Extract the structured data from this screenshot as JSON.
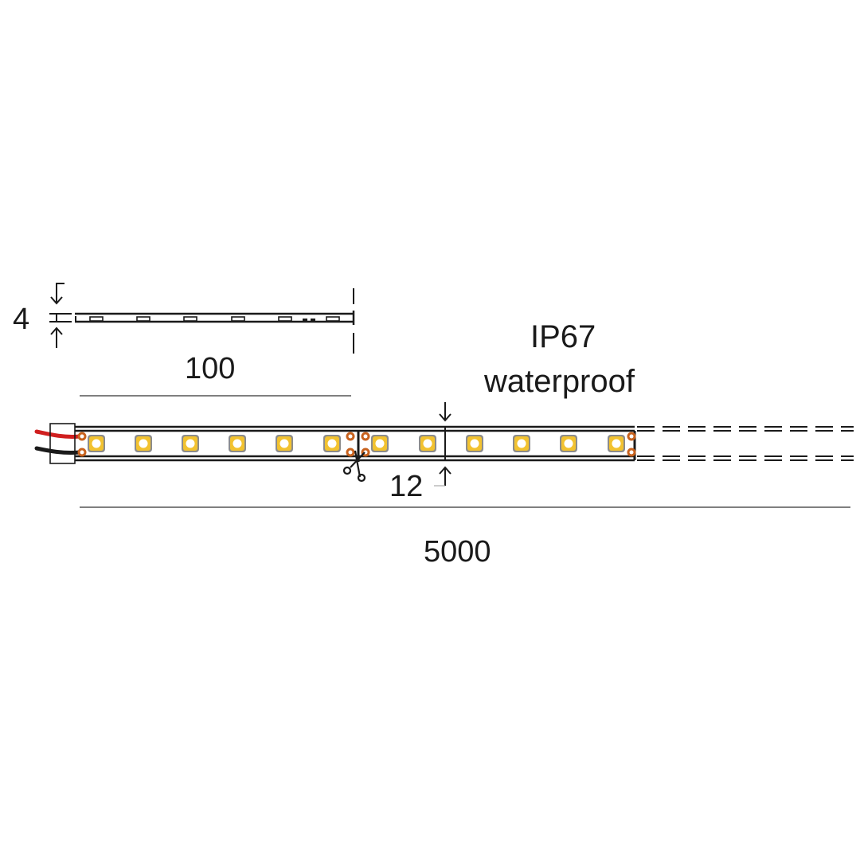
{
  "diagram": {
    "subject": "LED strip dimensional drawing",
    "labels": {
      "thickness": "4",
      "segment_length": "100",
      "ip_rating": "IP67",
      "ip_description": "waterproof",
      "width": "12",
      "total_length": "5000"
    },
    "icons": {
      "cut_mark": "scissors-icon",
      "thickness_arrows": "dimension-arrows-icon",
      "width_arrows": "dimension-arrows-icon"
    },
    "colors": {
      "line": "#1a1a1a",
      "dimension_line": "#555555",
      "led_yellow": "#f2c230",
      "led_housing": "#8c8c8c",
      "solder_pad": "#c8621e",
      "wire_red": "#d01f1f",
      "wire_black": "#1a1a1a"
    },
    "strip": {
      "leds_top_view": 12,
      "leds_side_view": 6,
      "cut_points": 1
    }
  }
}
